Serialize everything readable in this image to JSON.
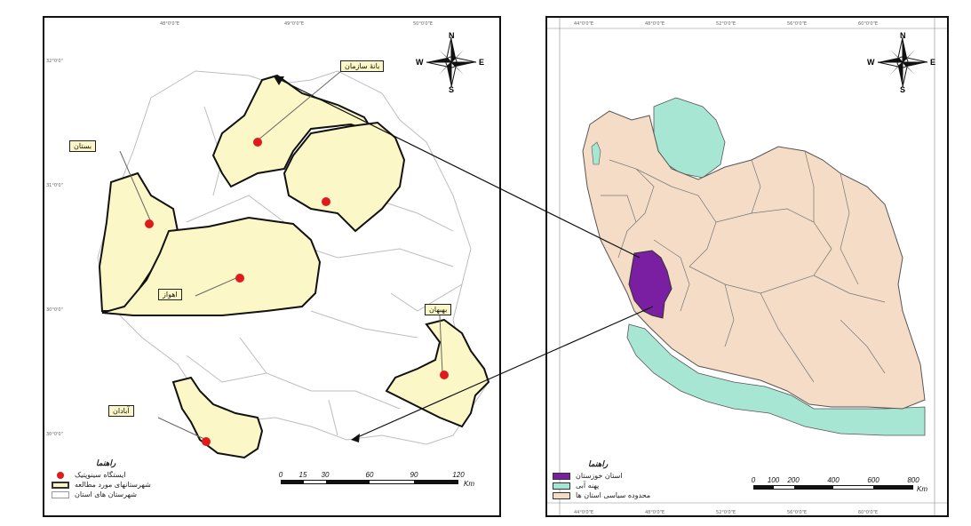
{
  "left_map": {
    "labels": {
      "label_1": "بانهٔ سازمان",
      "label_2": "بستان",
      "label_3": "اهواز",
      "label_4": "بهبهان",
      "label_5": "آبادان"
    },
    "legend": {
      "title": "راهنما",
      "items": [
        {
          "label": "ایستگاه سینوپتیک",
          "swatch": "point",
          "color": "#e01b1b"
        },
        {
          "label": "شهرستانهای مورد مطالعه",
          "swatch": "fill",
          "color": "#fbf7c6"
        },
        {
          "label": "شهرستان های استان",
          "swatch": "outline",
          "color": "#ffffff"
        }
      ]
    },
    "scale": {
      "ticks": [
        "0",
        "15",
        "30",
        "60",
        "90",
        "120"
      ],
      "unit": "Km"
    },
    "compass": {
      "n": "N",
      "s": "S",
      "e": "E",
      "w": "W"
    }
  },
  "right_map": {
    "legend": {
      "title": "راهنما",
      "items": [
        {
          "label": "استان خوزستان",
          "color": "#7a1fa2"
        },
        {
          "label": "پهنه آبی",
          "color": "#a8e6d4"
        },
        {
          "label": "محدوده سیاسی استان ها",
          "color": "#f5dcc6"
        }
      ]
    },
    "scale": {
      "ticks": [
        "0",
        "100",
        "200",
        "400",
        "600",
        "800"
      ],
      "unit": "Km"
    },
    "compass": {
      "n": "N",
      "s": "S",
      "e": "E",
      "w": "W"
    }
  },
  "colors": {
    "study_fill": "#fbf7c6",
    "station": "#e01b1b",
    "khuzestan": "#7a1fa2",
    "water": "#a8e6d4",
    "provinces": "#f5dcc6"
  }
}
